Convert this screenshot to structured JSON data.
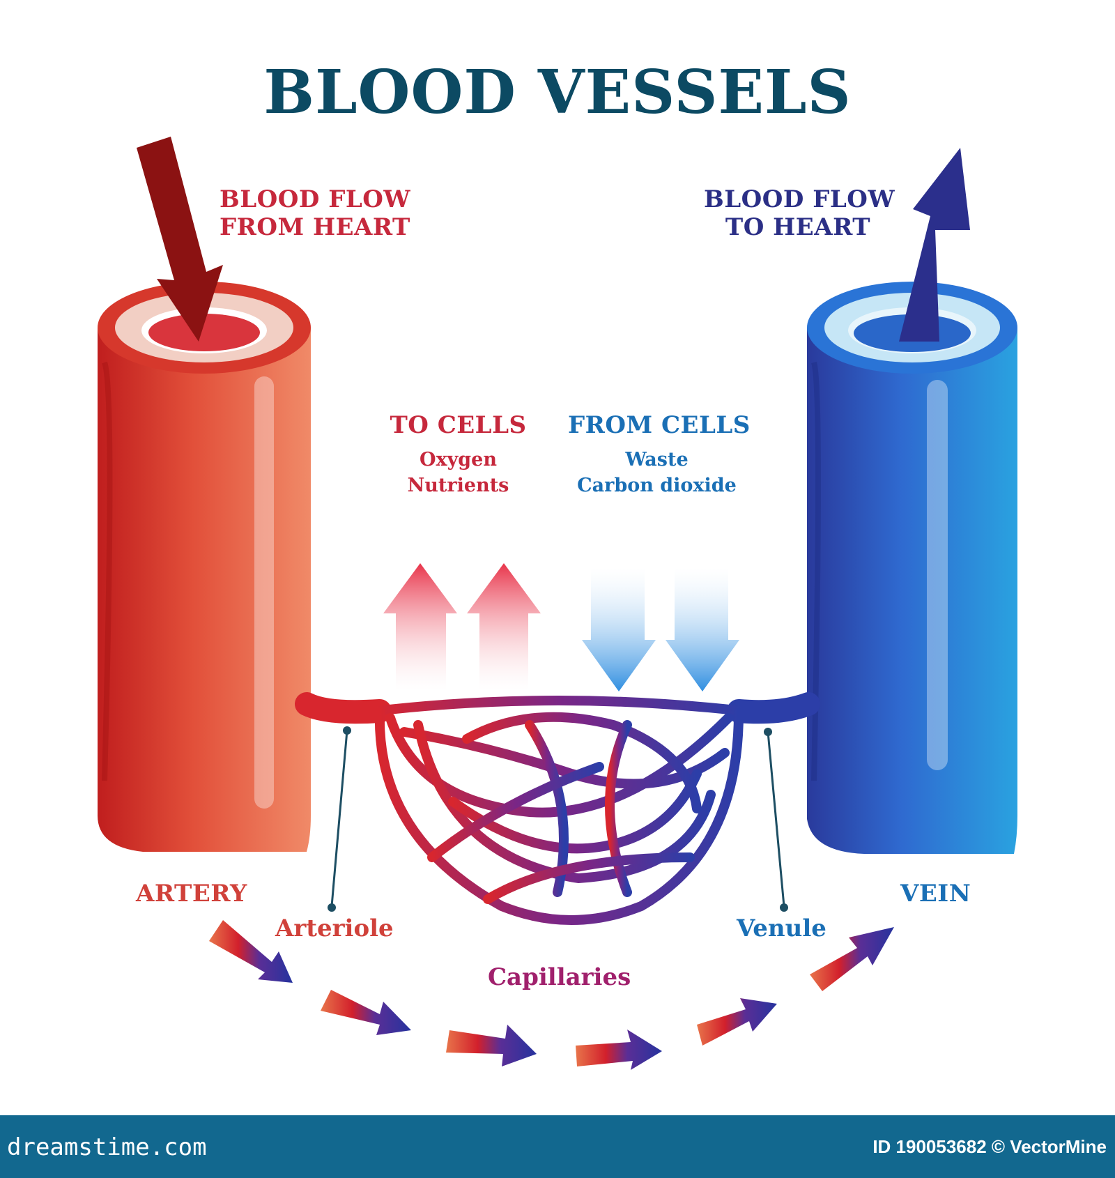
{
  "title": "BLOOD VESSELS",
  "labels": {
    "flow_from_heart": [
      "BLOOD FLOW",
      "FROM HEART"
    ],
    "flow_to_heart": [
      "BLOOD FLOW",
      "TO HEART"
    ],
    "to_cells": {
      "heading": "TO CELLS",
      "items": [
        "Oxygen",
        "Nutrients"
      ]
    },
    "from_cells": {
      "heading": "FROM CELLS",
      "items": [
        "Waste",
        "Carbon dioxide"
      ]
    },
    "artery": "ARTERY",
    "arteriole": "Arteriole",
    "capillaries": "Capillaries",
    "venule": "Venule",
    "vein": "VEIN"
  },
  "footer": {
    "site": "dreamstime.com",
    "credit": "ID 190053682 © VectorMine"
  },
  "colors": {
    "title": "#0c4a63",
    "artery_red": "#d9352c",
    "vein_blue": "#2f62c8",
    "capillary_purple": "#5a2a8c",
    "footer": "#12688f"
  }
}
